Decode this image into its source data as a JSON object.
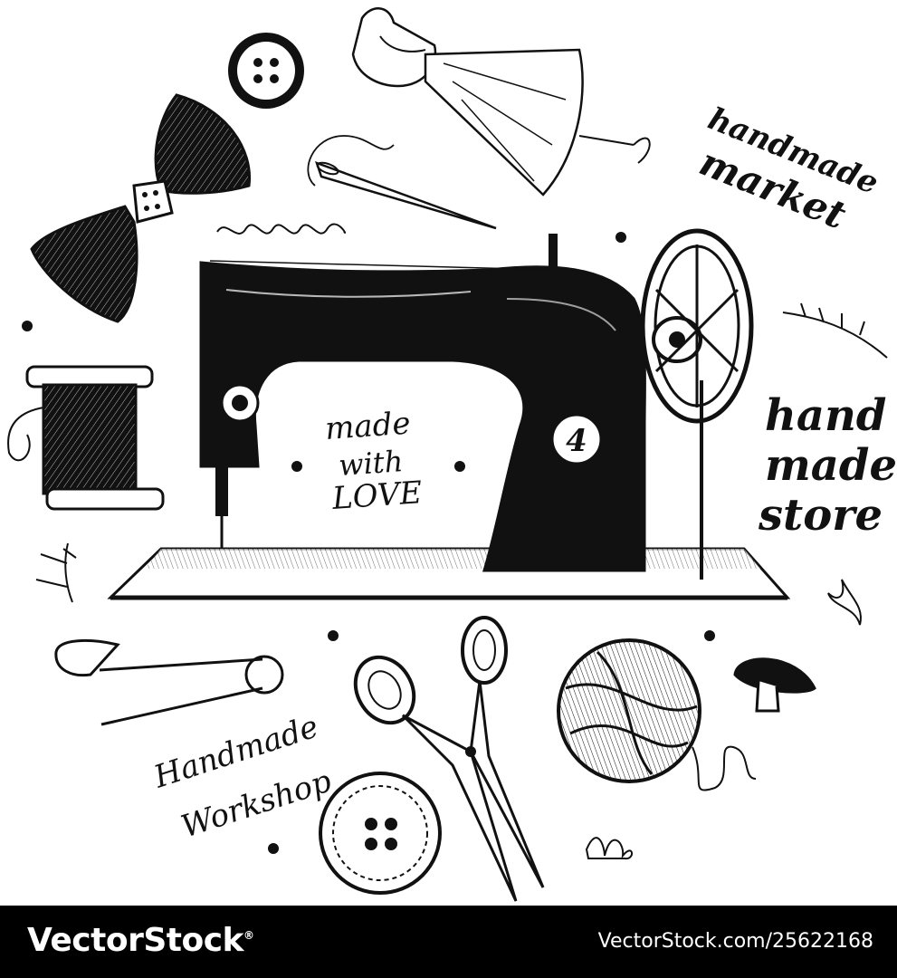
{
  "illustration": {
    "texts": {
      "made_with_love_1": "made",
      "made_with_love_2": "with",
      "made_with_love_3": "LOVE",
      "handmade_market_1": "handmade",
      "handmade_market_2": "market",
      "handmade_store_1": "hand",
      "handmade_store_2": "made",
      "handmade_store_3": "store",
      "handmade_workshop_1": "Handmade",
      "handmade_workshop_2": "Workshop",
      "machine_number": "4"
    },
    "icons": [
      "sewing-machine-icon",
      "bow-tie-icon",
      "thread-spool-icon",
      "button-icon",
      "needle-icon",
      "dress-icon",
      "safety-pin-icon",
      "scissors-icon",
      "yarn-ball-icon",
      "mushroom-button-icon"
    ],
    "colors": {
      "ink": "#111111",
      "paper": "#ffffff"
    }
  },
  "footer": {
    "brand": "VectorStock",
    "brand_mark": "®",
    "url": "VectorStock.com/25622168"
  }
}
